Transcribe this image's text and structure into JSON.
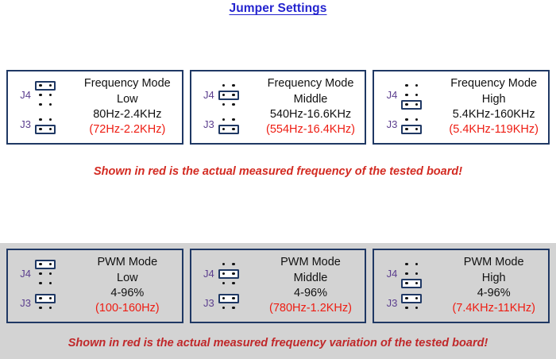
{
  "page": {
    "title": "Jumper Settings",
    "accent_blue": "#2424cf",
    "border_navy": "#1f3864",
    "label_purple": "#5b3e8e",
    "measured_red": "#ee1c12",
    "caption_red": "#c0282a",
    "band_gray": "#d3d3d3"
  },
  "sections": [
    {
      "id": "frequency",
      "caption": "Shown in red is the actual measured frequency of the tested board!",
      "cards": [
        {
          "mode": "Frequency Mode",
          "level": "Low",
          "spec": "80Hz-2.4KHz",
          "measured": "(72Hz-2.2KHz)",
          "j4_label": "J4",
          "j3_label": "J3",
          "j4_rows": 3,
          "j4_capped_row": 0,
          "j3_rows": 2,
          "j3_capped_row": 1
        },
        {
          "mode": "Frequency Mode",
          "level": "Middle",
          "spec": "540Hz-16.6KHz",
          "measured": "(554Hz-16.4KHz)",
          "j4_label": "J4",
          "j3_label": "J3",
          "j4_rows": 3,
          "j4_capped_row": 1,
          "j3_rows": 2,
          "j3_capped_row": 1
        },
        {
          "mode": "Frequency Mode",
          "level": "High",
          "spec": "5.4KHz-160KHz",
          "measured": "(5.4KHz-119KHz)",
          "j4_label": "J4",
          "j3_label": "J3",
          "j4_rows": 3,
          "j4_capped_row": 2,
          "j3_rows": 2,
          "j3_capped_row": 1
        }
      ]
    },
    {
      "id": "pwm",
      "caption": "Shown in red is the actual measured frequency variation of the tested board!",
      "cards": [
        {
          "mode": "PWM Mode",
          "level": "Low",
          "spec": "4-96%",
          "measured": "(100-160Hz)",
          "j4_label": "J4",
          "j3_label": "J3",
          "j4_rows": 3,
          "j4_capped_row": 0,
          "j3_rows": 2,
          "j3_capped_row": 0
        },
        {
          "mode": "PWM Mode",
          "level": "Middle",
          "spec": "4-96%",
          "measured": "(780Hz-1.2KHz)",
          "j4_label": "J4",
          "j3_label": "J3",
          "j4_rows": 3,
          "j4_capped_row": 1,
          "j3_rows": 2,
          "j3_capped_row": 0
        },
        {
          "mode": "PWM Mode",
          "level": "High",
          "spec": "4-96%",
          "measured": "(7.4KHz-11KHz)",
          "j4_label": "J4",
          "j3_label": "J3",
          "j4_rows": 3,
          "j4_capped_row": 2,
          "j3_rows": 2,
          "j3_capped_row": 0
        }
      ]
    }
  ]
}
